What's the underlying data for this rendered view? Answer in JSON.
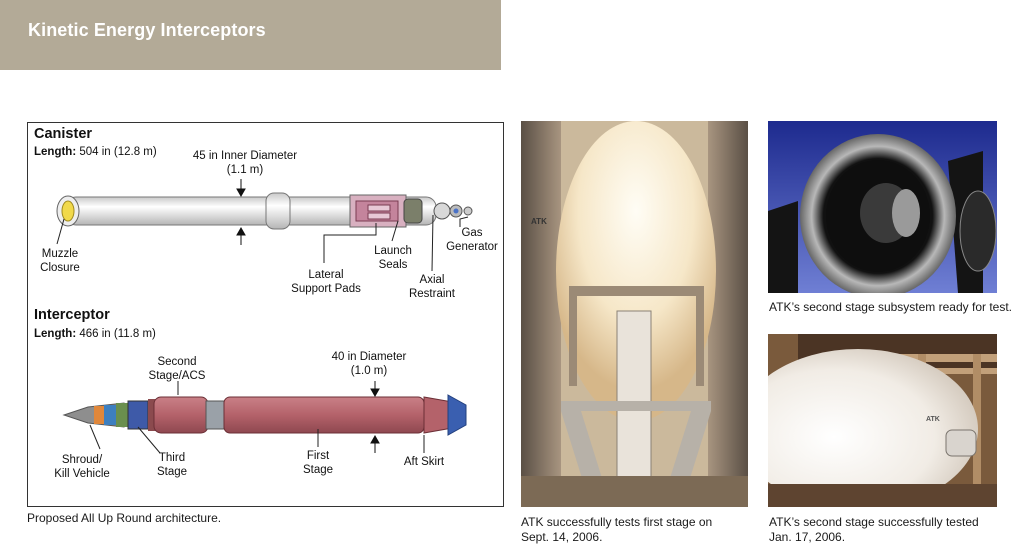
{
  "banner": {
    "title": "Kinetic Energy Interceptors"
  },
  "diagram": {
    "canister": {
      "heading": "Canister",
      "length_label": "Length:",
      "length_value": "504 in (12.8 m)",
      "diameter_line1": "45 in Inner Diameter",
      "diameter_line2": "(1.1 m)",
      "labels": {
        "muzzle_line1": "Muzzle",
        "muzzle_line2": "Closure",
        "lateral_line1": "Lateral",
        "lateral_line2": "Support Pads",
        "launch_line1": "Launch",
        "launch_line2": "Seals",
        "axial_line1": "Axial",
        "axial_line2": "Restraint",
        "gas_line1": "Gas",
        "gas_line2": "Generator"
      }
    },
    "interceptor": {
      "heading": "Interceptor",
      "length_label": "Length:",
      "length_value": "466 in (11.8 m)",
      "diameter_line1": "40 in Diameter",
      "diameter_line2": "(1.0 m)",
      "labels": {
        "second_line1": "Second",
        "second_line2": "Stage/ACS",
        "shroud_line1": "Shroud/",
        "shroud_line2": "Kill Vehicle",
        "third_line1": "Third",
        "third_line2": "Stage",
        "first_line1": "First",
        "first_line2": "Stage",
        "aft": "Aft Skirt"
      }
    },
    "caption": "Proposed All Up Round architecture."
  },
  "photos": {
    "first_stage": {
      "caption_line1": "ATK successfully tests first stage on",
      "caption_line2": "Sept. 14, 2006.",
      "logo_text": "ATK"
    },
    "second_subsystem": {
      "caption": "ATK’s second stage subsystem ready for test."
    },
    "second_test": {
      "caption_line1": "ATK’s second stage successfully tested",
      "caption_line2": "Jan. 17, 2006.",
      "logo_text": "ATK"
    }
  },
  "colors": {
    "banner": "#b3aa97",
    "stage_fill": "#b4626a",
    "canister_body": "#e6e6e6"
  }
}
